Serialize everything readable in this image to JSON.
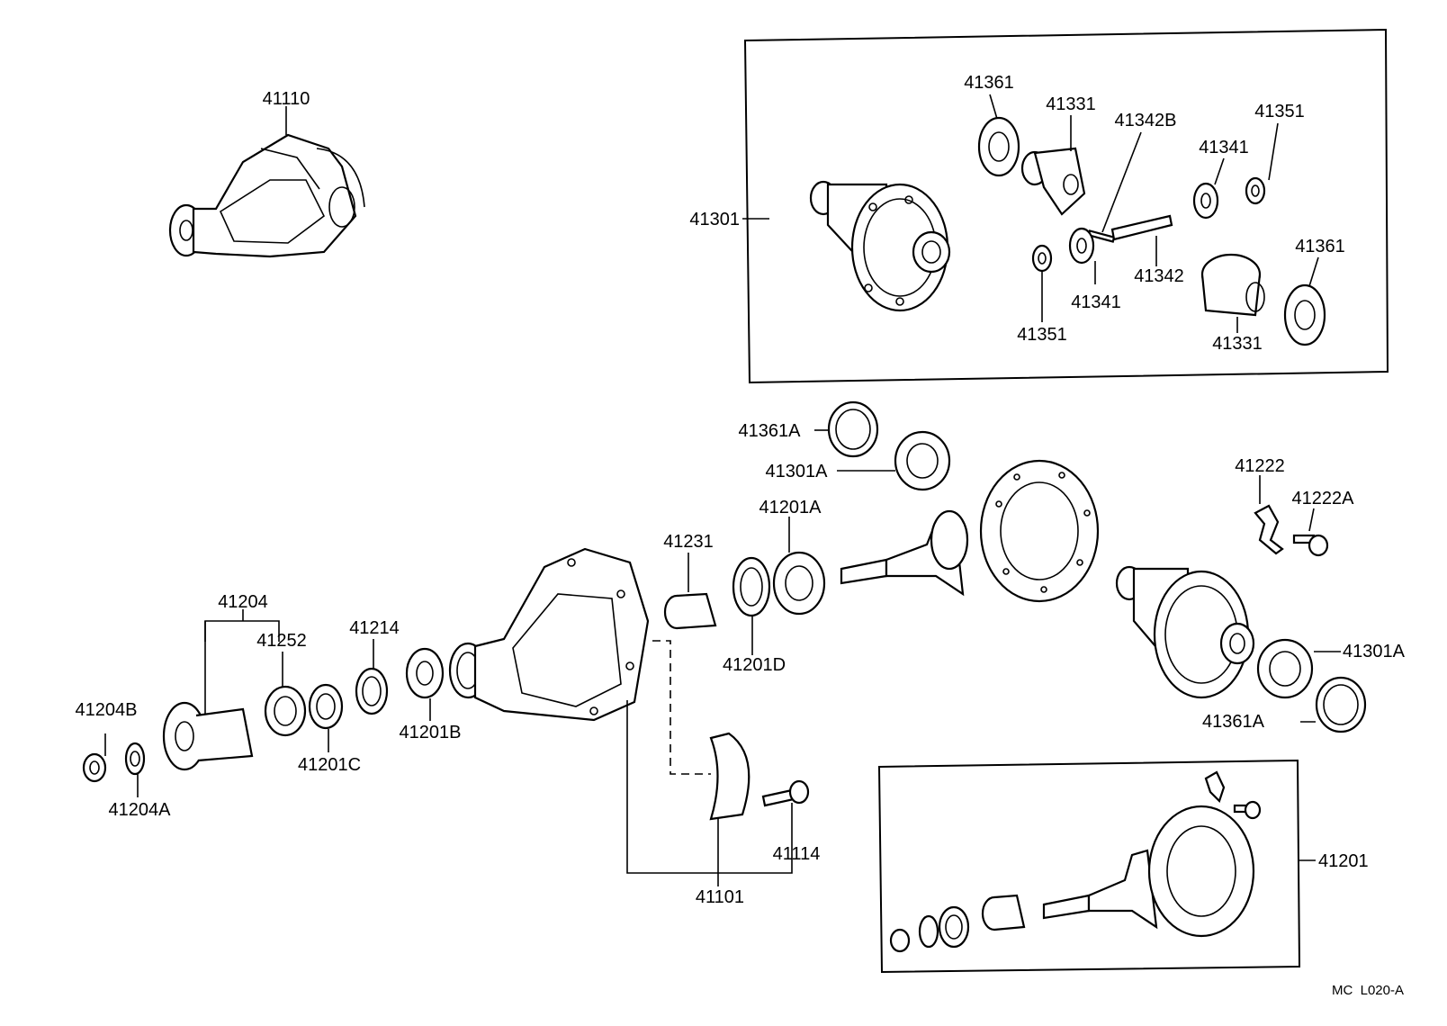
{
  "labels": {
    "p41110": "41110",
    "p41301": "41301",
    "p41361_top": "41361",
    "p41331_top": "41331",
    "p41342B": "41342B",
    "p41351_top": "41351",
    "p41341_top": "41341",
    "p41361_right": "41361",
    "p41342": "41342",
    "p41341_bot": "41341",
    "p41351_bot": "41351",
    "p41331_bot": "41331",
    "p41361A_top": "41361A",
    "p41301A_top": "41301A",
    "p41222": "41222",
    "p41222A": "41222A",
    "p41201A": "41201A",
    "p41231": "41231",
    "p41201D": "41201D",
    "p41204": "41204",
    "p41252": "41252",
    "p41214": "41214",
    "p41204B": "41204B",
    "p41201C": "41201C",
    "p41201B": "41201B",
    "p41204A": "41204A",
    "p41301A_right": "41301A",
    "p41361A_right": "41361A",
    "p41114": "41114",
    "p41101": "41101",
    "p41201": "41201"
  },
  "diagram_code": "MC  L020-A"
}
